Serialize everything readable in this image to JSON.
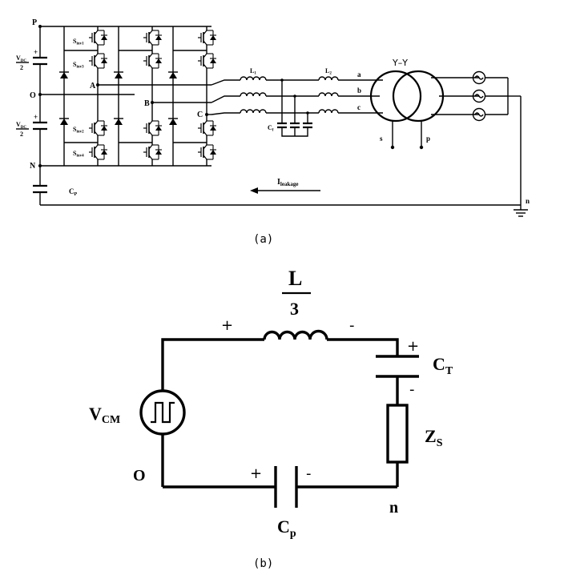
{
  "panel_a": {
    "caption": "(a)",
    "nodes": {
      "p": "P",
      "o": "O",
      "n": "N",
      "a": "A",
      "b": "B",
      "c": "C"
    },
    "vdc": {
      "main": "V",
      "sub": "DC",
      "den": "2"
    },
    "plus": "+",
    "switches": [
      {
        "main": "S",
        "sub": "inv1"
      },
      {
        "main": "S",
        "sub": "inv3"
      },
      {
        "main": "S",
        "sub": "inv2"
      },
      {
        "main": "S",
        "sub": "inv4"
      }
    ],
    "cp": {
      "main": "C",
      "sub": "P"
    },
    "l1": {
      "main": "L",
      "sub": "1"
    },
    "l2": {
      "main": "L",
      "sub": "2"
    },
    "cf": {
      "main": "C",
      "sub": "f"
    },
    "phases": [
      "a",
      "b",
      "c"
    ],
    "transformer": "Y–Y",
    "s_label": "s",
    "p_label": "p",
    "n_label": "n",
    "leakage": {
      "main": "I",
      "sub": "leakage"
    }
  },
  "panel_b": {
    "caption": "(b)",
    "l_num": "L",
    "l_den": "3",
    "plus": "+",
    "minus": "-",
    "ct": {
      "main": "C",
      "sub": "T"
    },
    "zs": {
      "main": "Z",
      "sub": "S"
    },
    "vcm": {
      "main": "V",
      "sub": "CM"
    },
    "o_label": "O",
    "n_label": "n",
    "cp": {
      "main": "C",
      "sub": "p"
    }
  }
}
